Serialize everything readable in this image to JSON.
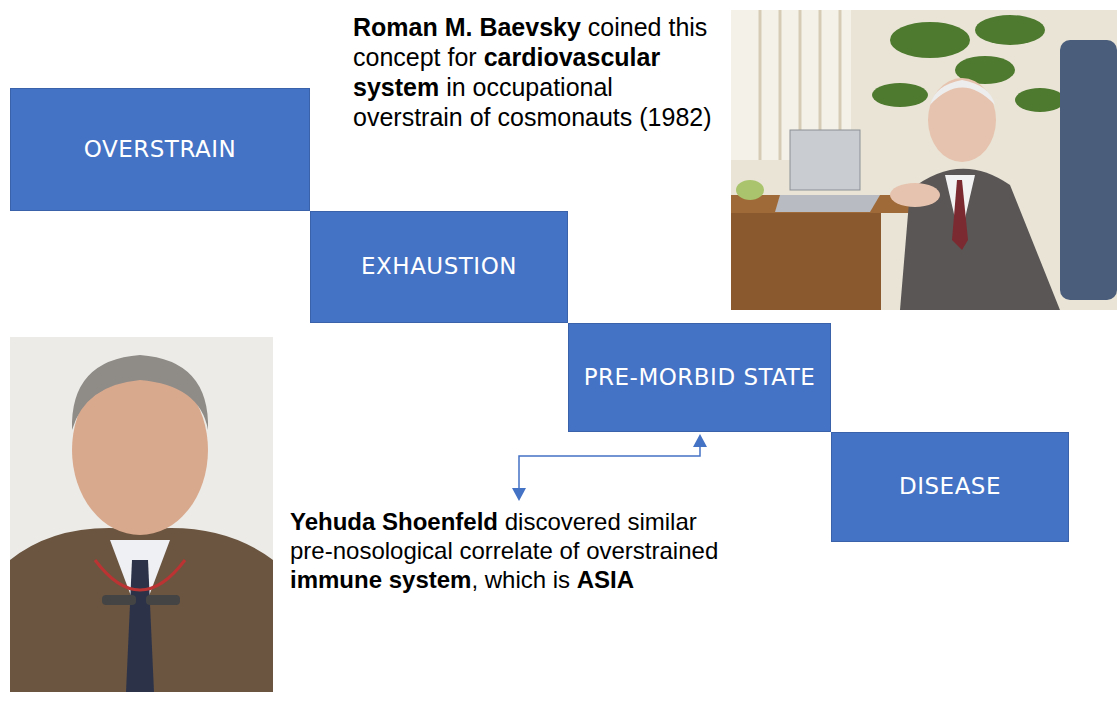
{
  "diagram": {
    "nodes": [
      {
        "text": [
          "OVERSTRAIN"
        ]
      },
      {
        "text": [
          "EXHAUSTION"
        ]
      },
      {
        "text": [
          "PRE-MORBID STATE"
        ]
      },
      {
        "text": [
          "DISEASE"
        ]
      }
    ],
    "labels": [
      "Roman M. Baevsky",
      "coined this concept for",
      "cardiovascular system",
      "in occupational overstrain of cosmonauts (1982)",
      "Yehuda Shoenfeld",
      "discovered similar pre-nosological correlate of overstrained",
      "immune system",
      ", which is",
      "ASIA"
    ]
  }
}
